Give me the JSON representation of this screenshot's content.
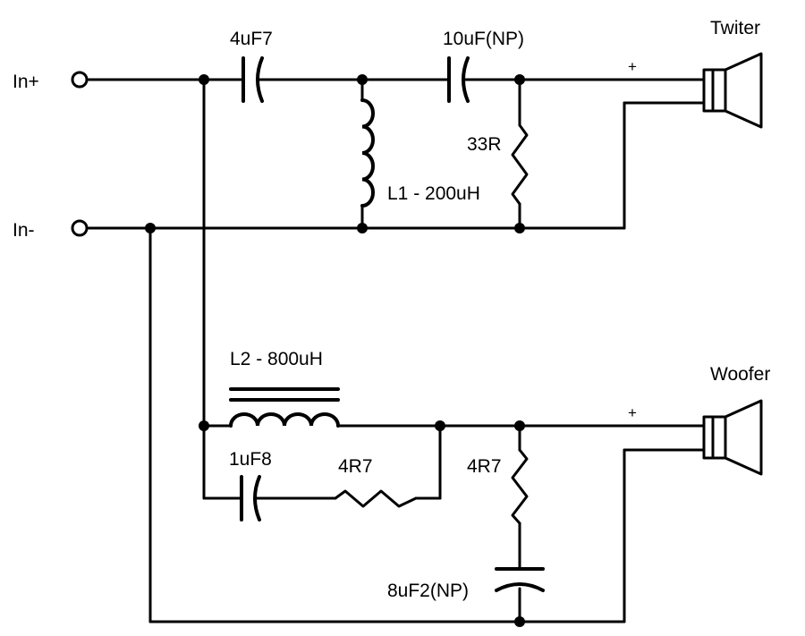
{
  "labels": {
    "in_plus": "In+",
    "in_minus": "In-",
    "c_4uf7": "4uF7",
    "c_10uf": "10uF(NP)",
    "r_33": "33R",
    "l1": "L1 - 200uH",
    "twiter": "Twiter",
    "twiter_plus": "+",
    "l2": "L2 - 800uH",
    "woofer": "Woofer",
    "woofer_plus": "+",
    "c_1uf8": "1uF8",
    "r_4r7_series": "4R7",
    "r_4r7_shunt": "4R7",
    "c_8uf2": "8uF2(NP)"
  }
}
